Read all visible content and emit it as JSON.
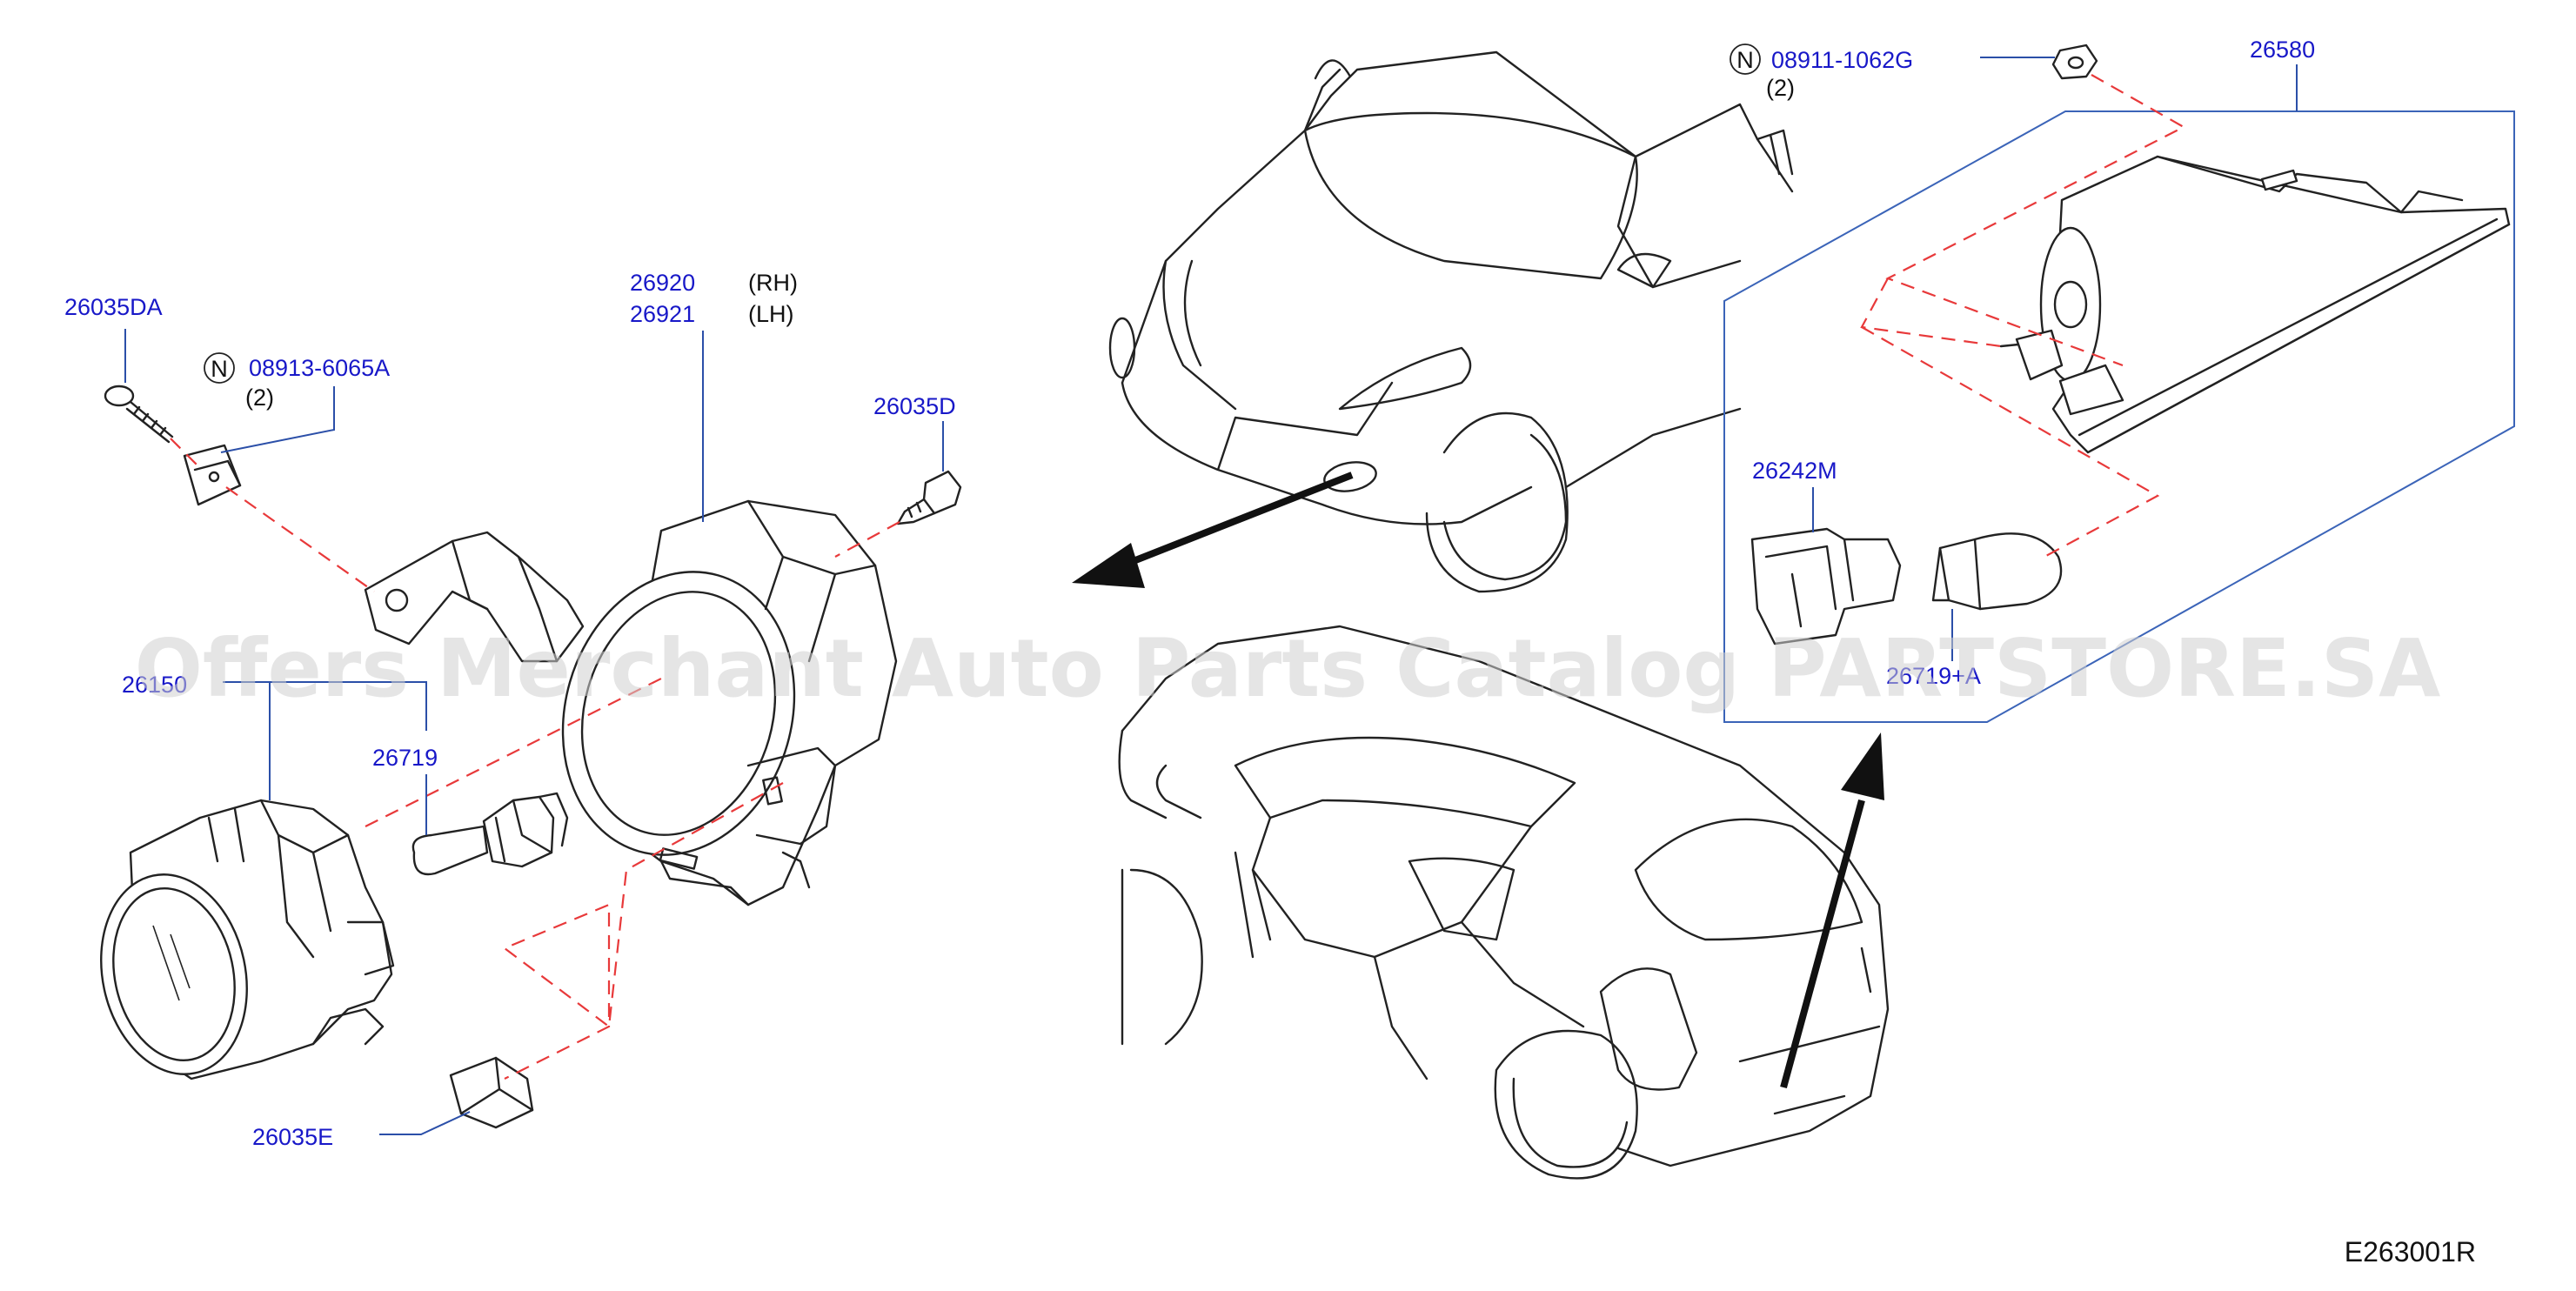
{
  "labels": {
    "p26035DA": "26035DA",
    "n08913": "08913-6065A",
    "n08913_qty": "(2)",
    "p26920": "26920",
    "p26920_side": "(RH)",
    "p26921": "26921",
    "p26921_side": "(LH)",
    "p26035D": "26035D",
    "p26150": "26150",
    "p26719": "26719",
    "p26035E": "26035E",
    "n08911": "08911-1062G",
    "n08911_qty": "(2)",
    "p26580": "26580",
    "p26242M": "26242M",
    "p26719A": "26719+A",
    "n_symbol": "N"
  },
  "diagram_code": "E263001R",
  "watermark": "Offers Merchant Auto Parts Catalog PARTSTORE.SA",
  "colors": {
    "label_blue": "#1818c8",
    "leader_blue": "#2b4fa8",
    "dashed_red": "#e8393a",
    "line_black": "#222222"
  }
}
